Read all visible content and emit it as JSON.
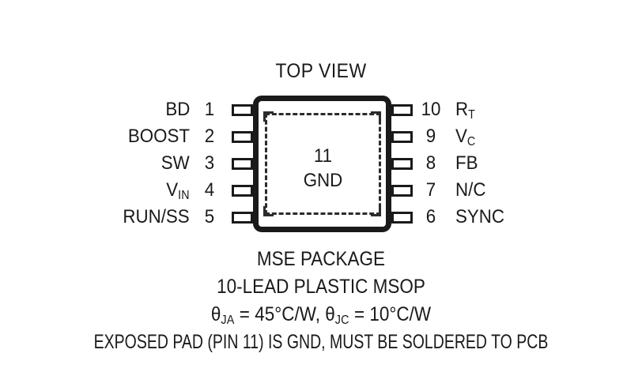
{
  "diagram": {
    "title": "TOP VIEW",
    "body": {
      "exposed_pad": {
        "pin_number": "11",
        "pin_name": "GND"
      }
    },
    "pins_left": [
      {
        "number": "1",
        "label": "BD",
        "sub": ""
      },
      {
        "number": "2",
        "label": "BOOST",
        "sub": ""
      },
      {
        "number": "3",
        "label": "SW",
        "sub": ""
      },
      {
        "number": "4",
        "label": "V",
        "sub": "IN"
      },
      {
        "number": "5",
        "label": "RUN/SS",
        "sub": ""
      }
    ],
    "pins_right": [
      {
        "number": "10",
        "label": "R",
        "sub": "T"
      },
      {
        "number": "9",
        "label": "V",
        "sub": "C"
      },
      {
        "number": "8",
        "label": "FB",
        "sub": ""
      },
      {
        "number": "7",
        "label": "N/C",
        "sub": ""
      },
      {
        "number": "6",
        "label": "SYNC",
        "sub": ""
      }
    ],
    "caption": {
      "line1": "MSE PACKAGE",
      "line2": "10-LEAD PLASTIC MSOP",
      "line3_theta_ja_symbol": "θ",
      "line3_theta_ja_sub": "JA",
      "line3_theta_ja_value": " = 45°C/W, ",
      "line3_theta_jc_symbol": "θ",
      "line3_theta_jc_sub": "JC",
      "line3_theta_jc_value": " = 10°C/W",
      "line4": "EXPOSED PAD (PIN 11) IS GND, MUST BE SOLDERED TO PCB"
    }
  },
  "colors": {
    "ink": "#1a1a1a",
    "pad_dash": "#2b2b2b",
    "background": "#ffffff"
  }
}
